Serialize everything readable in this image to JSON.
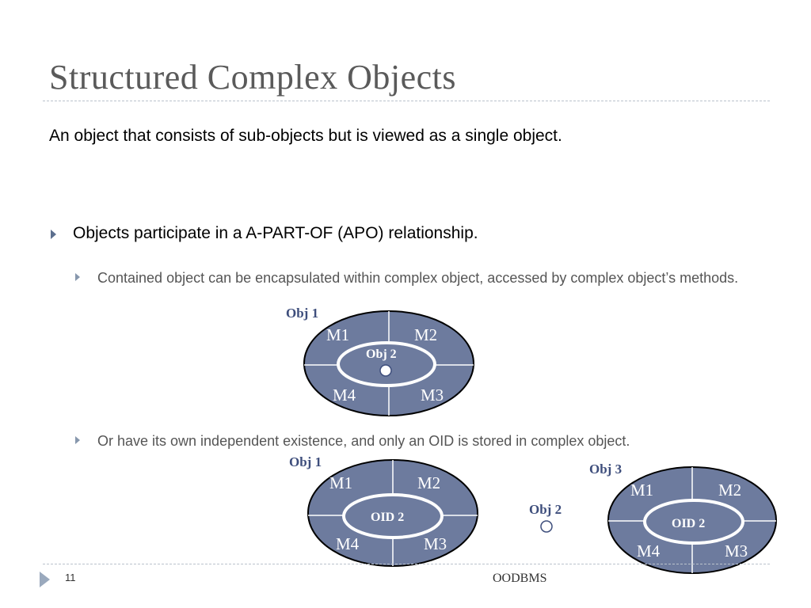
{
  "title": "Structured Complex Objects",
  "subtitle": "An object that consists of sub-objects but is viewed as a single object.",
  "bullets": {
    "l1": "Objects participate in a A-PART-OF (APO) relationship.",
    "l2a": "Contained object can be encapsulated within complex object, accessed by complex object’s methods.",
    "l2b": "Or have its own independent existence, and only an OID is stored in complex object."
  },
  "diagram1": {
    "outer_label": "Obj 1",
    "inner_label": "Obj 2",
    "methods": [
      "M1",
      "M2",
      "M4",
      "M3"
    ]
  },
  "diagram2": {
    "outer_label": "Obj 1",
    "inner_label": "OID 2",
    "methods": [
      "M1",
      "M2",
      "M4",
      "M3"
    ]
  },
  "standalone": {
    "label": "Obj 2"
  },
  "diagram3": {
    "outer_label": "Obj 3",
    "inner_label": "OID 2",
    "methods": [
      "M1",
      "M2",
      "M4",
      "M3"
    ]
  },
  "footer": {
    "page": "11",
    "text": "OODBMS"
  },
  "colors": {
    "fill": "#6d7b9e",
    "label": "#3e4e7c",
    "title": "#5a5a5a"
  }
}
